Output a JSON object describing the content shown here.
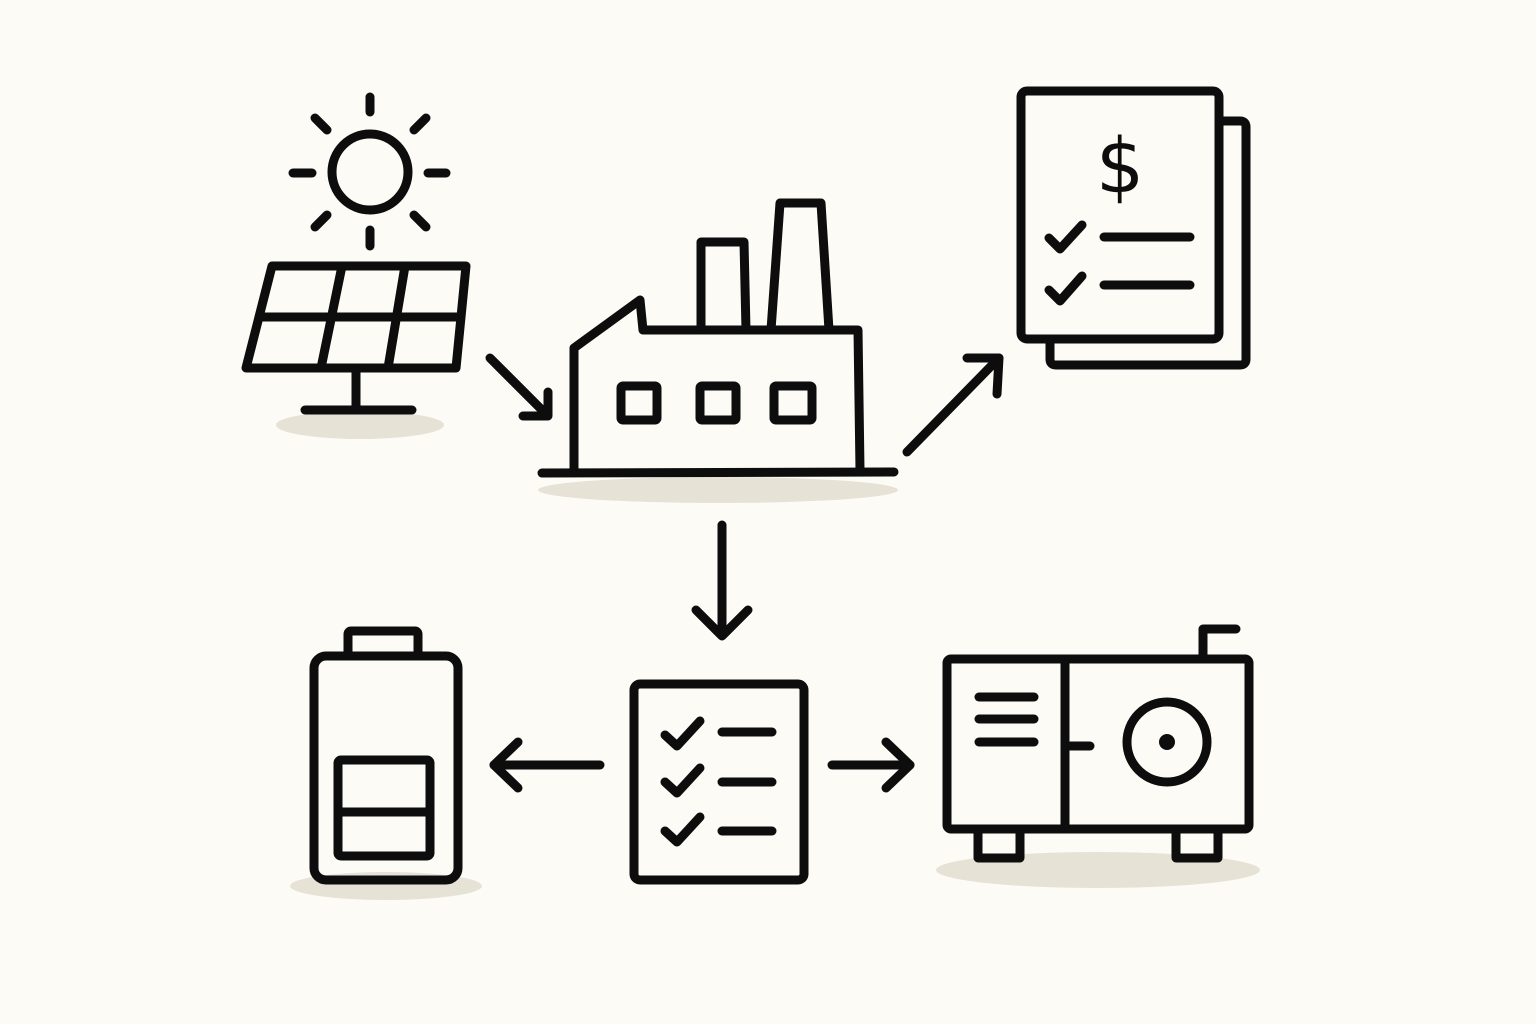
{
  "diagram": {
    "background_color": "#fcfbf6",
    "ink_color": "#0d0d0d",
    "shadow_color": "#e6e2d6",
    "nodes": [
      {
        "id": "solar",
        "icon": "solar-panel-icon"
      },
      {
        "id": "factory",
        "icon": "factory-icon"
      },
      {
        "id": "invoice",
        "icon": "invoice-document-icon"
      },
      {
        "id": "checklist",
        "icon": "checklist-icon"
      },
      {
        "id": "battery",
        "icon": "battery-icon"
      },
      {
        "id": "generator",
        "icon": "generator-icon"
      }
    ],
    "edges": [
      {
        "from": "solar",
        "to": "factory"
      },
      {
        "from": "factory",
        "to": "invoice"
      },
      {
        "from": "factory",
        "to": "checklist"
      },
      {
        "from": "checklist",
        "to": "battery"
      },
      {
        "from": "checklist",
        "to": "generator"
      }
    ],
    "invoice_symbol": "$"
  }
}
